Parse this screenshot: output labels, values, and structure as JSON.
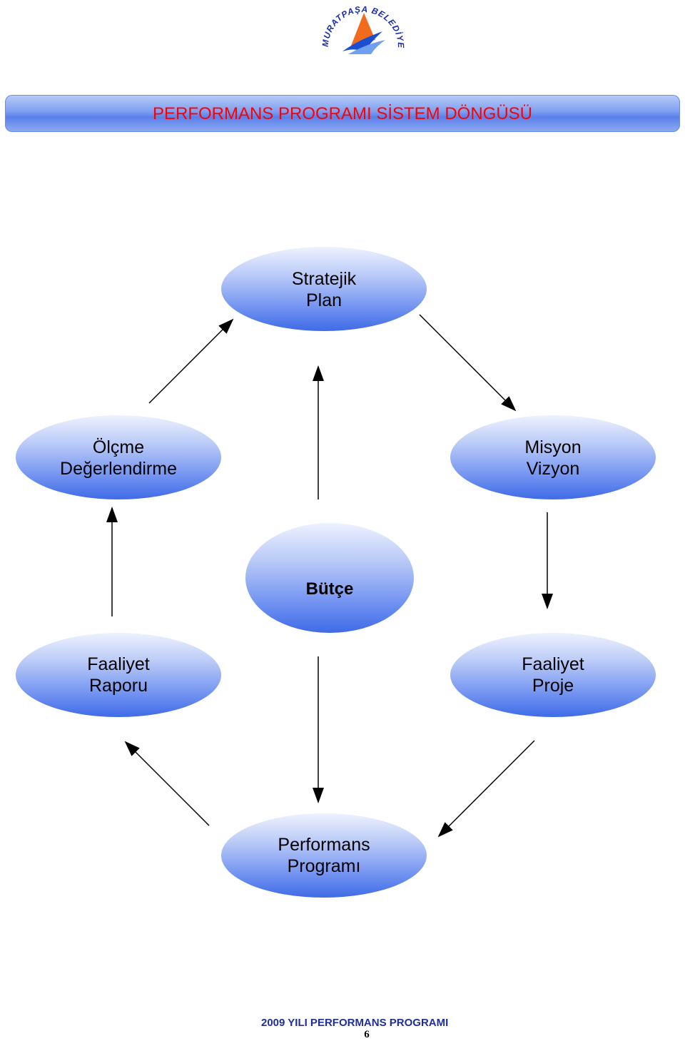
{
  "logo": {
    "text": "MURATPAŞA BELEDİYESİ",
    "colors": {
      "text": "#1b2ea8",
      "sail_orange": "#f26a1b",
      "sail_blue": "#1b4fd0"
    }
  },
  "header": {
    "title": "PERFORMANS PROGRAMI SİSTEM DÖNGÜSÜ",
    "title_color": "#ff0000"
  },
  "diagram": {
    "nodes": {
      "stratejik_plan": {
        "line1": "Stratejik",
        "line2": "Plan"
      },
      "misyon_vizyon": {
        "line1": "Misyon",
        "line2": "Vizyon"
      },
      "olcme": {
        "line1": "Ölçme",
        "line2": "Değerlendirme"
      },
      "butce": {
        "line1": "Bütçe"
      },
      "faaliyet_raporu": {
        "line1": "Faaliyet",
        "line2": "Raporu"
      },
      "faaliyet_proje": {
        "line1": "Faaliyet",
        "line2": "Proje"
      },
      "performans_programi": {
        "line1": "Performans",
        "line2": "Programı"
      }
    },
    "colors": {
      "node_light": "#eef2ff",
      "node_dark": "#3f6be6",
      "arrow": "#000000"
    }
  },
  "footer": {
    "title": "2009 YILI PERFORMANS PROGRAMI",
    "page_number": "6"
  }
}
